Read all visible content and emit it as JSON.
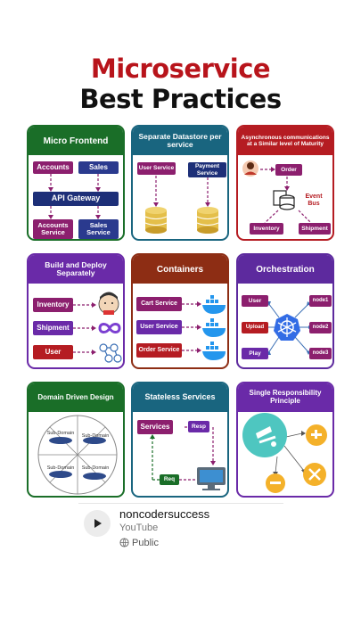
{
  "title": {
    "line1": "Microservice",
    "line2": "Best Practices"
  },
  "cards": {
    "micro_frontend": {
      "title": "Micro Frontend",
      "accounts": "Accounts",
      "sales": "Sales",
      "gateway": "API Gateway",
      "accounts_service": "Accounts Service",
      "sales_service": "Sales Service"
    },
    "separate_datastore": {
      "title": "Separate Datastore per service",
      "user_service": "User Service",
      "payment_service": "Payment Service"
    },
    "async": {
      "title": "Asynchronous communications at a Similar level of Maturity",
      "order": "Order",
      "event_bus": "Event Bus",
      "inventory": "Inventory",
      "shipment": "Shipment"
    },
    "build_deploy": {
      "title": "Build and Deploy Separately",
      "inventory": "Inventory",
      "shipment": "Shipment",
      "user": "User"
    },
    "containers": {
      "title": "Containers",
      "cart": "Cart Service",
      "user": "User Service",
      "order": "Order Service"
    },
    "orchestration": {
      "title": "Orchestration",
      "user": "User",
      "upload": "Upload",
      "play": "Play",
      "node1": "node1",
      "node2": "node2",
      "node3": "node3"
    },
    "ddd": {
      "title": "Domain Driven Design",
      "sd": "Sub-Domain"
    },
    "stateless": {
      "title": "Stateless Services",
      "services": "Services",
      "resp": "Resp",
      "req": "Req"
    },
    "srp": {
      "title": "Single Responsibility Principle"
    }
  },
  "footer": {
    "channel": "noncodersuccess",
    "platform": "YouTube",
    "visibility": "Public"
  },
  "colors": {
    "red": "#b8141b",
    "green": "#1a6e28",
    "blue": "#19657f",
    "maroon": "#b51c22",
    "purple": "#6a2aa8",
    "brown": "#8d2d14",
    "violet": "#5d2a9e",
    "magenta": "#8c1f6e",
    "navy": "#1d2f78"
  },
  "icons": [
    "user-avatar-icon",
    "database-icon",
    "jenkins-icon",
    "infinity-icon",
    "pipeline-icon",
    "docker-icon",
    "kubernetes-icon",
    "screen-icon",
    "gears-icon",
    "youtube-icon",
    "globe-icon"
  ]
}
